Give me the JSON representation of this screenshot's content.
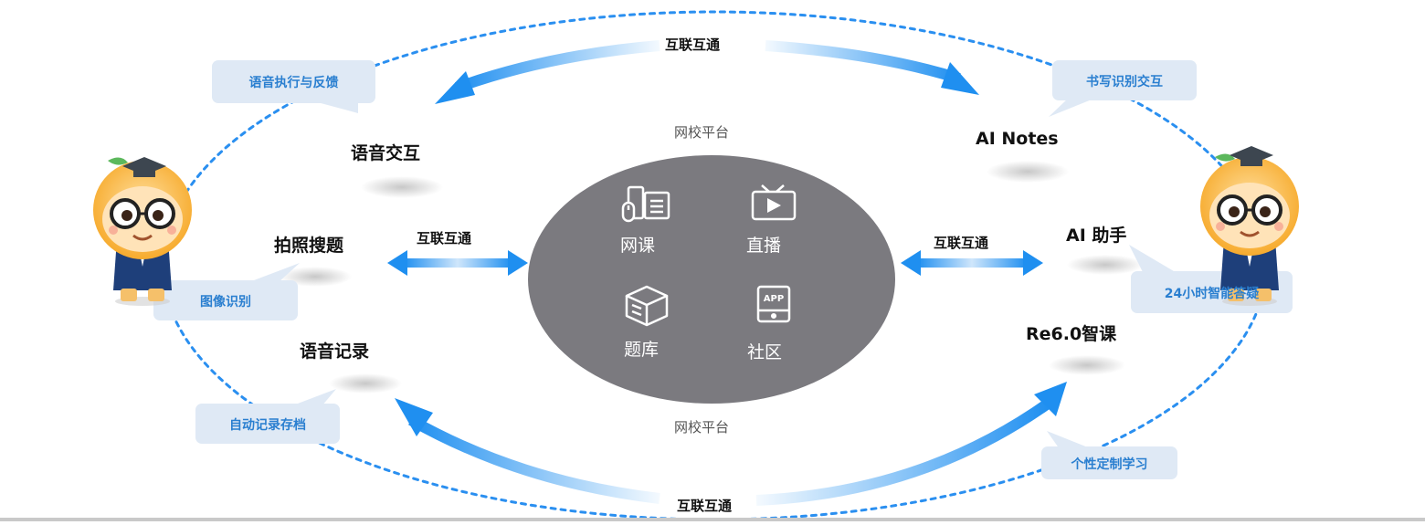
{
  "platform": {
    "top": "网校平台",
    "bottom": "网校平台"
  },
  "links": {
    "top": "互联互通",
    "bottom": "互联互通",
    "left": "互联互通",
    "right": "互联互通"
  },
  "hub": {
    "items": [
      {
        "label": "网课",
        "icon": "book-mouse-icon"
      },
      {
        "label": "直播",
        "icon": "tv-play-icon"
      },
      {
        "label": "题库",
        "icon": "box-icon"
      },
      {
        "label": "社区",
        "icon": "app-tablet-icon"
      }
    ]
  },
  "left_features": [
    "语音交互",
    "拍照搜题",
    "语音记录"
  ],
  "right_features": [
    "AI Notes",
    "AI 助手",
    "Re6.0智课"
  ],
  "callouts": {
    "left_top": "语音执行与反馈",
    "left_mid": "图像识别",
    "left_bottom": "自动记录存档",
    "right_top": "书写识别交互",
    "right_mid": "24小时智能答疑",
    "right_bottom": "个性定制学习"
  },
  "colors": {
    "accent": "#1f8ff0",
    "hub": "#7b7a7f",
    "callout": "#dfe9f5",
    "dots": "#2a8ff0"
  }
}
